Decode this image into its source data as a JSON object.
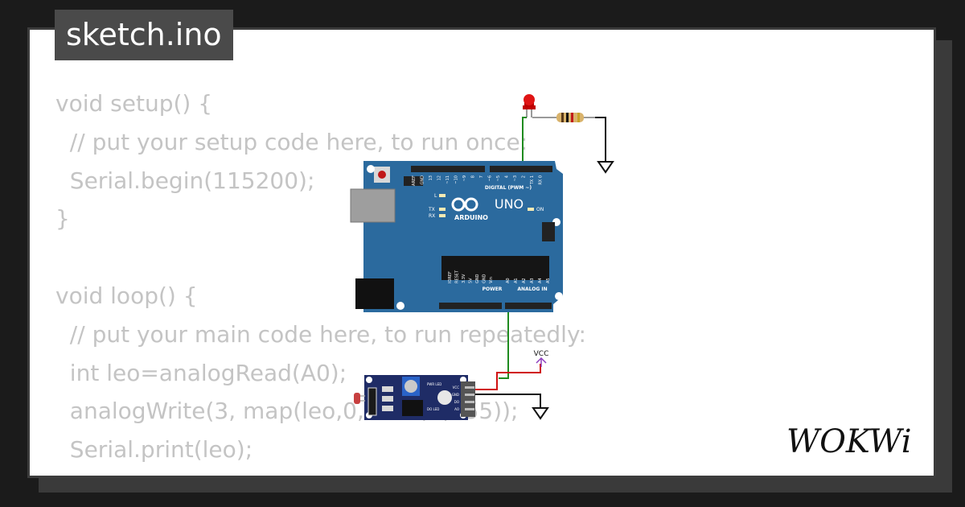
{
  "tab": {
    "filename": "sketch.ino"
  },
  "code": {
    "lines": [
      "void setup() {",
      "  // put your setup code here, to run once:",
      "  Serial.begin(115200);",
      "}",
      "",
      "void loop() {",
      "  // put your main code here, to run repeatedly:",
      "  int leo=analogRead(A0);",
      "  analogWrite(3, map(leo,0,1023,0,255));",
      "  Serial.print(leo);",
      "}"
    ]
  },
  "board": {
    "name": "UNO",
    "brand": "ARDUINO",
    "digital_header": "DIGITAL (PWM ~)",
    "power_header": "POWER",
    "analog_header": "ANALOG IN",
    "led_l": "L",
    "led_tx": "TX",
    "led_rx": "RX",
    "led_on": "ON",
    "top_pins": [
      "AREF",
      "GND",
      "13",
      "12",
      "~11",
      "~10",
      "~9",
      "8",
      "7",
      "~6",
      "~5",
      "4",
      "~3",
      "2",
      "TX 1",
      "RX 0"
    ],
    "power_pins": [
      "IOREF",
      "RESET",
      "3.3V",
      "5V",
      "GND",
      "GND",
      "Vin"
    ],
    "analog_pins": [
      "A0",
      "A1",
      "A2",
      "A3",
      "A4",
      "A5"
    ]
  },
  "sensor": {
    "pins": [
      "VCC",
      "GND",
      "DO",
      "AO"
    ],
    "labels": [
      "PWR LED",
      "DO LED"
    ]
  },
  "vcc_label": "VCC",
  "logo": "WOKWi",
  "colors": {
    "board": "#2b6a9e",
    "wire_green": "#1f8b1f",
    "wire_red": "#d01010",
    "wire_black": "#111111",
    "vcc": "#8e3fbe",
    "code_text": "#c4c4c4"
  }
}
